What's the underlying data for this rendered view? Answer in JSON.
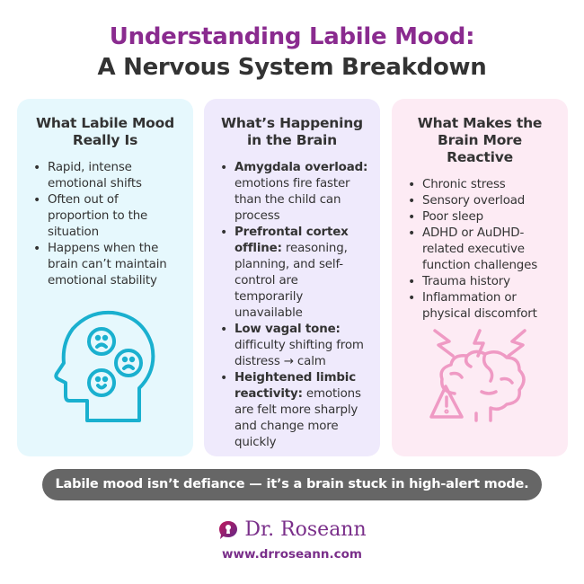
{
  "header": {
    "title_line1": "Understanding Labile Mood:",
    "title_line2": "A Nervous System Breakdown"
  },
  "colors": {
    "title_accent": "#8a2b8f",
    "card1_bg": "#e6f8fd",
    "card2_bg": "#efeafc",
    "card3_bg": "#fdebf4",
    "head_icon": "#1ab0cf",
    "brain_icon": "#ef9ac4",
    "pill_bg": "#666666",
    "brand": "#7a2f8a"
  },
  "cards": [
    {
      "title": "What Labile Mood Really Is",
      "items": [
        {
          "text": "Rapid, intense emotional shifts"
        },
        {
          "text": "Often out of proportion to the situation"
        },
        {
          "text": "Happens when the brain can’t maintain emotional stability"
        }
      ],
      "icon": "head-with-moods-icon"
    },
    {
      "title": "What’s Happening in the Brain",
      "items": [
        {
          "bold": "Amygdala overload:",
          "text": " emotions fire faster than the child can process"
        },
        {
          "bold": "Prefrontal cortex offline:",
          "text": " reasoning, planning, and self-control are temporarily unavailable"
        },
        {
          "bold": "Low vagal tone:",
          "text": " difficulty shifting from distress → calm"
        },
        {
          "bold": "Heightened limbic reactivity:",
          "text": " emotions are felt more sharply and change more quickly"
        }
      ]
    },
    {
      "title": "What Makes the Brain More Reactive",
      "items": [
        {
          "text": "Chronic stress"
        },
        {
          "text": "Sensory overload"
        },
        {
          "text": "Poor sleep"
        },
        {
          "text": "ADHD or AuDHD-related executive function challenges"
        },
        {
          "text": "Trauma history"
        },
        {
          "text": "Inflammation or physical discomfort"
        }
      ],
      "icon": "brain-warning-lightning-icon"
    }
  ],
  "callout": "Labile mood isn’t defiance — it’s a brain stuck in high-alert mode.",
  "brand": {
    "name": "Dr. Roseann",
    "url": "www.drroseann.com",
    "logo_icon": "keyhole-speech-bubble-icon"
  }
}
